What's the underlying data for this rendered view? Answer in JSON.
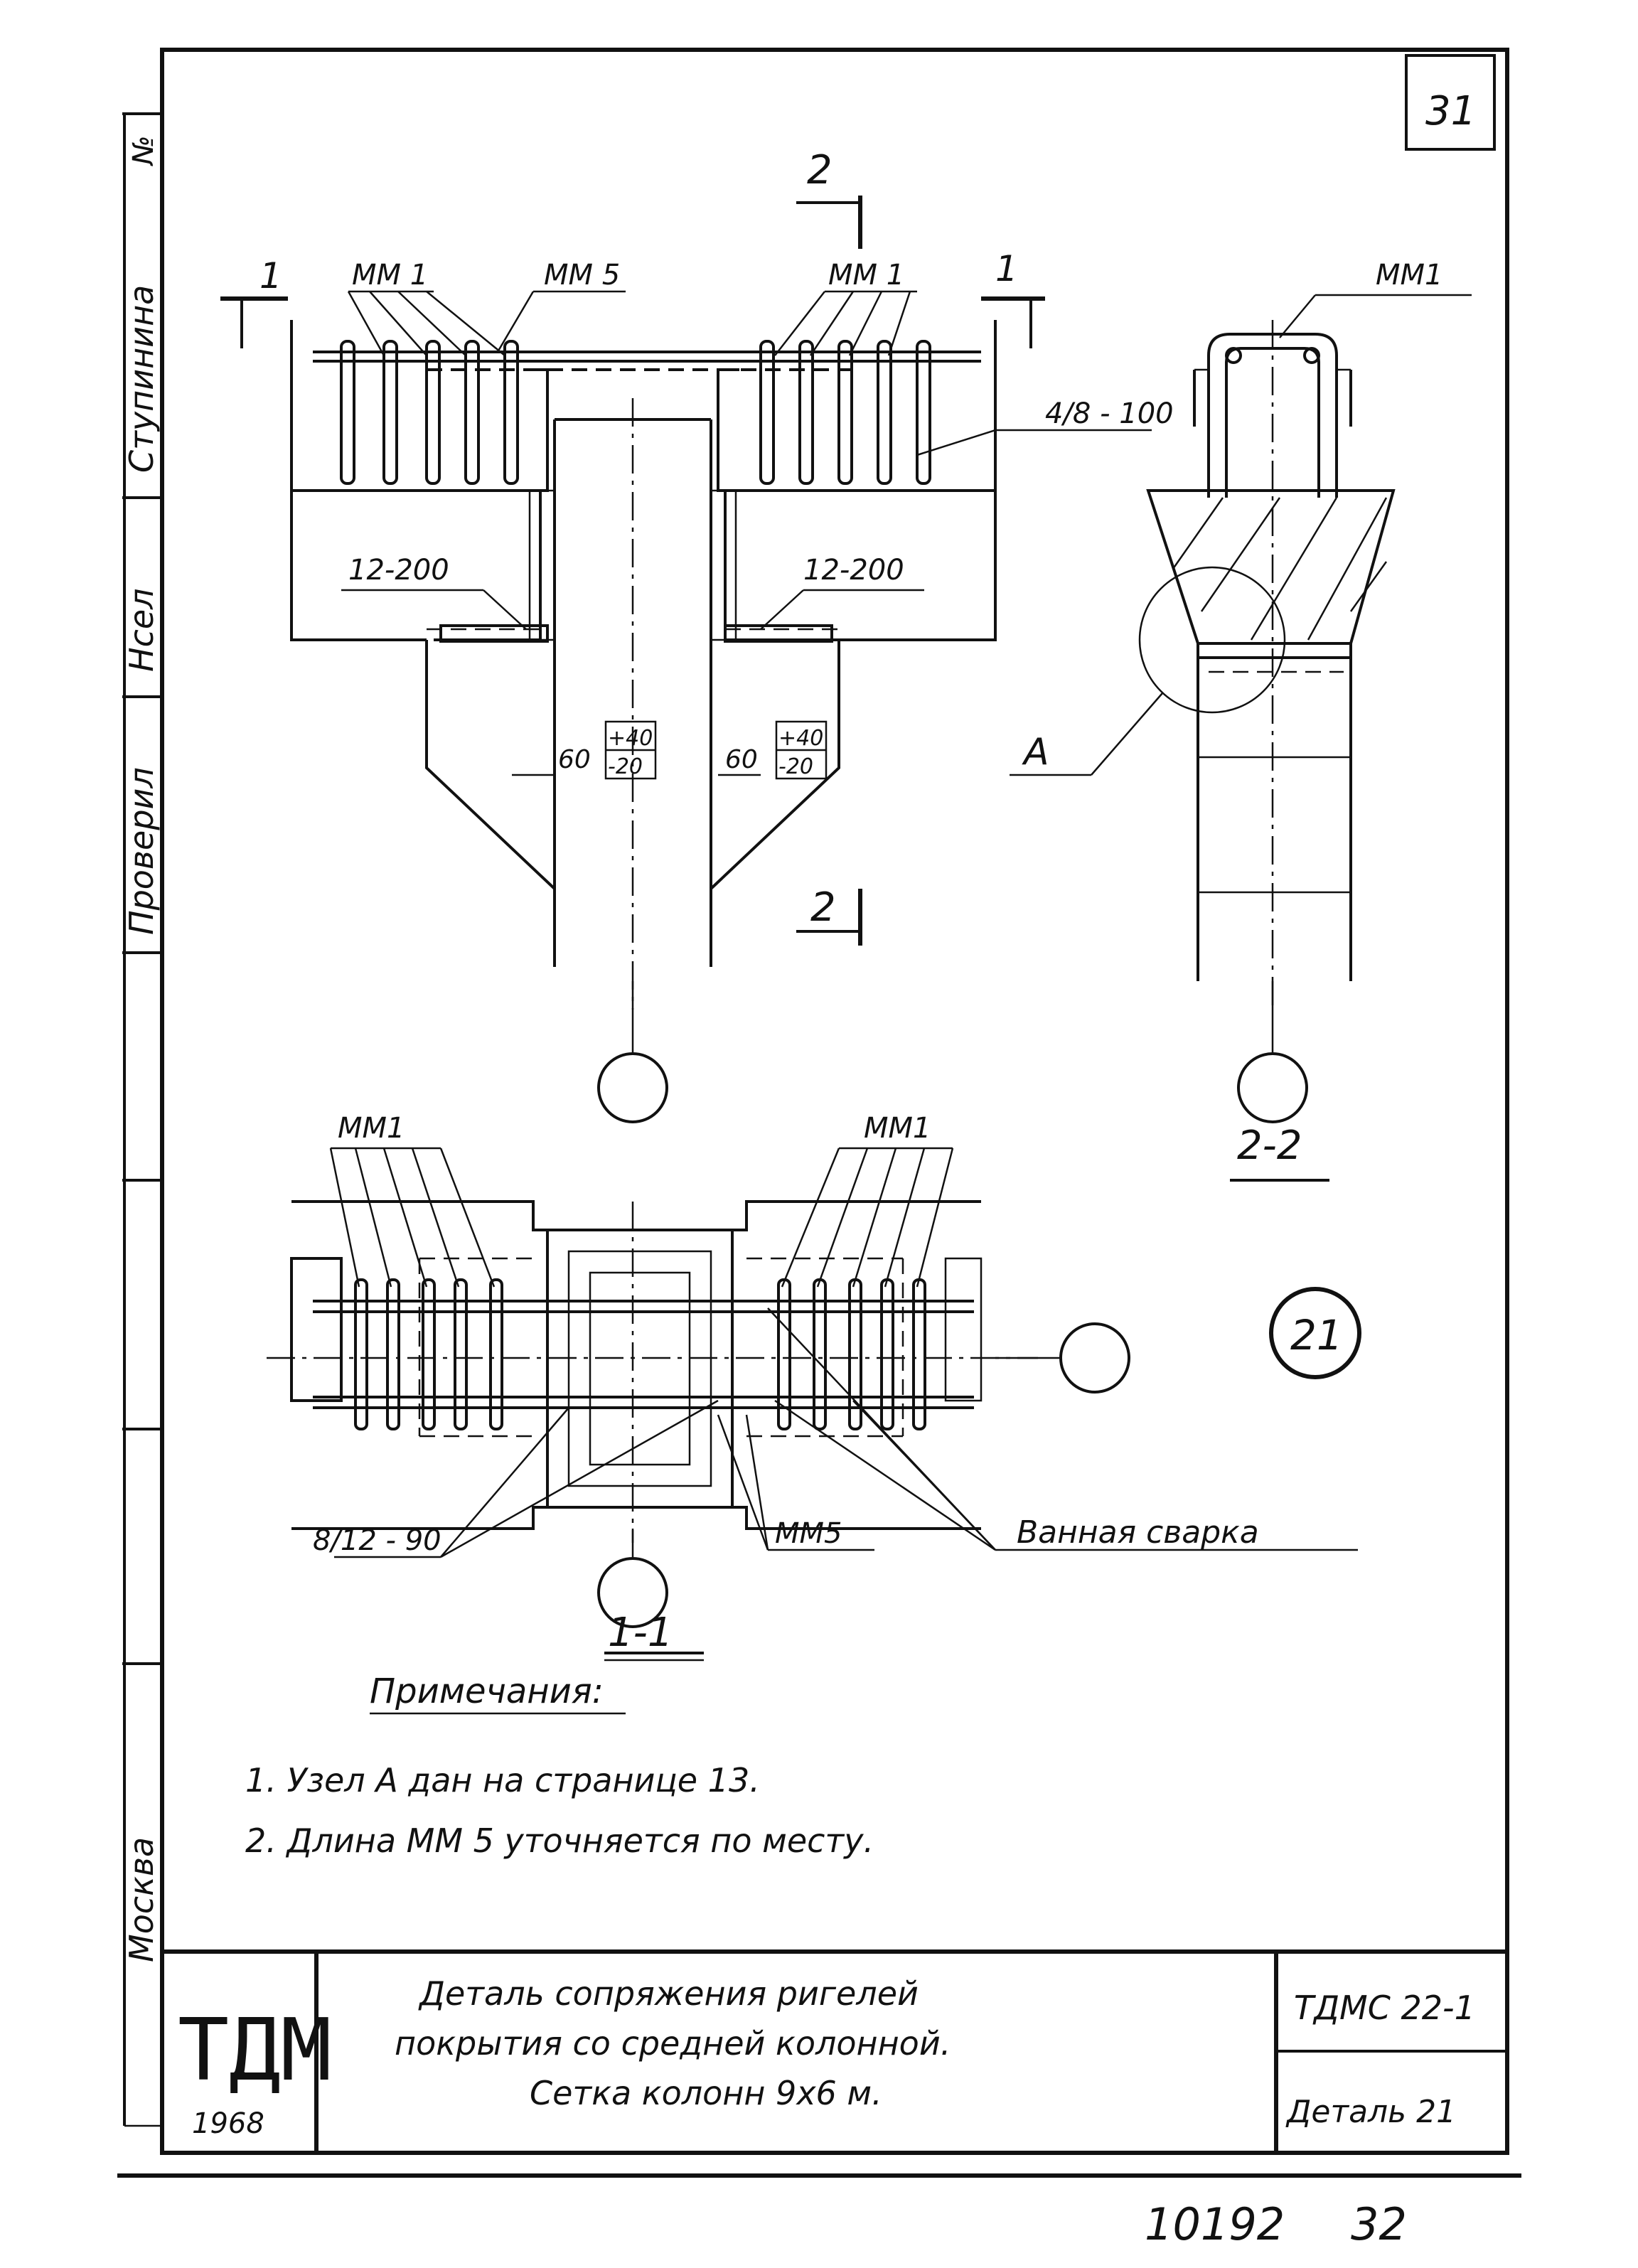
{
  "sheet": {
    "page_number": "31",
    "bottom_numbers": {
      "archive": "10192",
      "page": "32"
    },
    "side_strip": {
      "no": "№",
      "labels": [
        "Ступинина",
        "Нсел",
        "Проверил"
      ],
      "city": "Москва"
    }
  },
  "views": {
    "elevation": {
      "callouts": {
        "mm1_left": "ММ 1",
        "mm5": "ММ 5",
        "mm1_right": "ММ 1",
        "stirrups": "4/8 - 100",
        "bars_left": "12-200",
        "bars_right": "12-200"
      },
      "dims": {
        "gap": "60",
        "tol_plus": "+40",
        "tol_minus": "-20"
      },
      "cuts": {
        "cut1": "1",
        "cut2": "2"
      }
    },
    "section_2_2": {
      "callout_mm1": "ММ1",
      "node": "А",
      "label": "2-2"
    },
    "section_1_1": {
      "callouts": {
        "mm1_left": "ММ1",
        "mm1_right": "ММ1",
        "bars": "8/12 - 90",
        "mm5": "ММ5",
        "weld": "Ванная сварка"
      },
      "label": "1-1"
    },
    "detail_marker": "21"
  },
  "notes": {
    "heading": "Примечания:",
    "items": [
      "1. Узел А дан на странице 13.",
      "2. Длина ММ 5 уточняется по месту."
    ]
  },
  "title_block": {
    "org": "ТДМ",
    "year": "1968",
    "title_lines": [
      "Деталь сопряжения ригелей",
      "покрытия со средней колонной.",
      "Сетка колонн 9х6 м."
    ],
    "series": "ТДМС 22-1",
    "detail": "Деталь 21"
  }
}
